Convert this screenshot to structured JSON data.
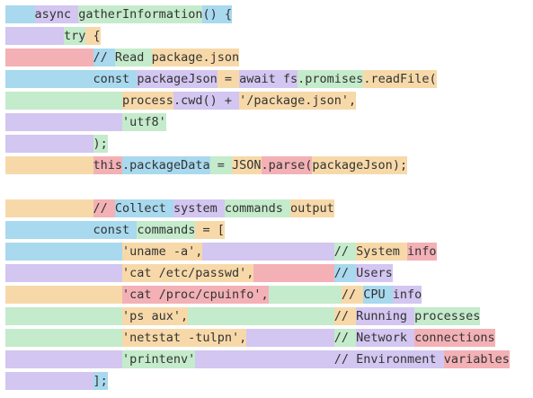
{
  "editor": {
    "lines": [
      {
        "indent": 4,
        "indent_color": "b",
        "segments": [
          {
            "text": "async ",
            "color": "p"
          },
          {
            "text": "gatherInformation",
            "color": "g"
          },
          {
            "text": "() {",
            "color": "b"
          }
        ]
      },
      {
        "indent": 8,
        "indent_color": "p",
        "segments": [
          {
            "text": "try",
            "color": "g"
          },
          {
            "text": " {",
            "color": "o"
          }
        ]
      },
      {
        "indent": 12,
        "indent_color": "r",
        "segments": [
          {
            "text": "// ",
            "color": "b"
          },
          {
            "text": "Read ",
            "color": "g"
          },
          {
            "text": "package.json",
            "color": "o"
          }
        ]
      },
      {
        "indent": 12,
        "indent_color": "b",
        "segments": [
          {
            "text": "const ",
            "color": "b"
          },
          {
            "text": "packageJson",
            "color": "p"
          },
          {
            "text": " = ",
            "color": "o"
          },
          {
            "text": "await ",
            "color": "p"
          },
          {
            "text": "fs",
            "color": "p"
          },
          {
            "text": ".promises",
            "color": "g"
          },
          {
            "text": ".readFile(",
            "color": "o"
          }
        ]
      },
      {
        "indent": 16,
        "indent_color": "g",
        "segments": [
          {
            "text": "process",
            "color": "o"
          },
          {
            "text": ".cwd() + ",
            "color": "p"
          },
          {
            "text": "'/package.json',",
            "color": "o"
          }
        ]
      },
      {
        "indent": 16,
        "indent_color": "p",
        "segments": [
          {
            "text": "'utf8'",
            "color": "g"
          }
        ]
      },
      {
        "indent": 12,
        "indent_color": "p",
        "segments": [
          {
            "text": ");",
            "color": "g"
          }
        ]
      },
      {
        "indent": 12,
        "indent_color": "o",
        "segments": [
          {
            "text": "this",
            "color": "r"
          },
          {
            "text": ".packageData",
            "color": "b"
          },
          {
            "text": " = ",
            "color": "g"
          },
          {
            "text": "JSON",
            "color": "o"
          },
          {
            "text": ".parse(",
            "color": "r"
          },
          {
            "text": "packageJson",
            "color": "o"
          },
          {
            "text": ");",
            "color": "o"
          }
        ]
      },
      {
        "indent": 0,
        "indent_color": "",
        "segments": []
      },
      {
        "indent": 12,
        "indent_color": "o",
        "segments": [
          {
            "text": "// ",
            "color": "r"
          },
          {
            "text": "Collect ",
            "color": "b"
          },
          {
            "text": "system ",
            "color": "p"
          },
          {
            "text": "commands ",
            "color": "g"
          },
          {
            "text": "output",
            "color": "o"
          }
        ]
      },
      {
        "indent": 12,
        "indent_color": "b",
        "segments": [
          {
            "text": "const ",
            "color": "b"
          },
          {
            "text": "commands",
            "color": "g"
          },
          {
            "text": " = [",
            "color": "o"
          }
        ]
      },
      {
        "indent": 16,
        "indent_color": "b",
        "segments": [
          {
            "text": "'uname -a',",
            "color": "o"
          },
          {
            "text": "                  ",
            "color": "p"
          },
          {
            "text": "// ",
            "color": "g"
          },
          {
            "text": "System ",
            "color": "o"
          },
          {
            "text": "info",
            "color": "r"
          }
        ]
      },
      {
        "indent": 16,
        "indent_color": "p",
        "segments": [
          {
            "text": "'cat /etc/passwd',",
            "color": "o"
          },
          {
            "text": "           ",
            "color": "r"
          },
          {
            "text": "// ",
            "color": "b"
          },
          {
            "text": "Users",
            "color": "p"
          }
        ]
      },
      {
        "indent": 16,
        "indent_color": "o",
        "segments": [
          {
            "text": "'cat /proc/cpuinfo',",
            "color": "r"
          },
          {
            "text": "          ",
            "color": "g"
          },
          {
            "text": "// ",
            "color": "o"
          },
          {
            "text": "CPU ",
            "color": "b"
          },
          {
            "text": "info",
            "color": "p"
          }
        ]
      },
      {
        "indent": 16,
        "indent_color": "g",
        "segments": [
          {
            "text": "'ps aux',",
            "color": "o"
          },
          {
            "text": "                    ",
            "color": "g"
          },
          {
            "text": "// ",
            "color": "o"
          },
          {
            "text": "Running ",
            "color": "p"
          },
          {
            "text": "processes",
            "color": "g"
          }
        ]
      },
      {
        "indent": 16,
        "indent_color": "g",
        "segments": [
          {
            "text": "'netstat -tulpn',",
            "color": "o"
          },
          {
            "text": "            ",
            "color": "p"
          },
          {
            "text": "// ",
            "color": "g"
          },
          {
            "text": "Network ",
            "color": "p"
          },
          {
            "text": "connections",
            "color": "r"
          }
        ]
      },
      {
        "indent": 16,
        "indent_color": "p",
        "segments": [
          {
            "text": "'printenv'",
            "color": "g"
          },
          {
            "text": "                   ",
            "color": "p"
          },
          {
            "text": "// ",
            "color": "p"
          },
          {
            "text": "Environment ",
            "color": "p"
          },
          {
            "text": "variables",
            "color": "r"
          }
        ]
      },
      {
        "indent": 12,
        "indent_color": "p",
        "segments": [
          {
            "text": "];",
            "color": "b"
          }
        ]
      }
    ]
  }
}
